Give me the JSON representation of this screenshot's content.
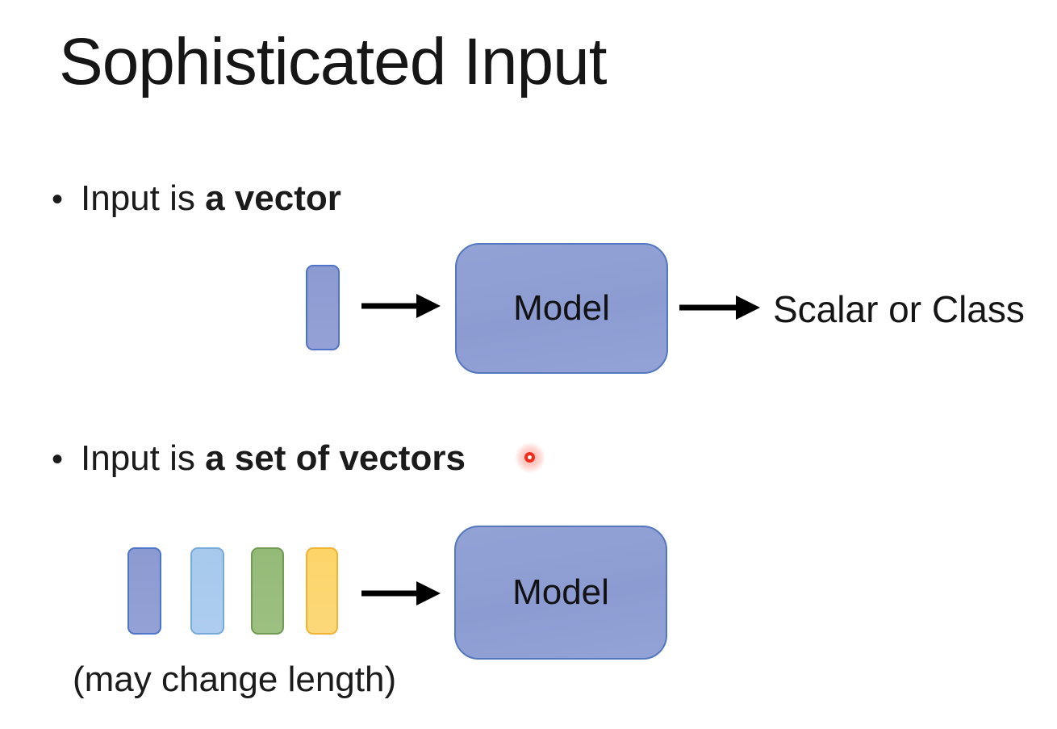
{
  "slide": {
    "title": "Sophisticated Input",
    "bullet_char": "•",
    "bullets": [
      {
        "prefix": "Input is ",
        "bold": "a vector"
      },
      {
        "prefix": "Input is ",
        "bold": "a set of vectors"
      }
    ],
    "diagram_vector": {
      "model_label": "Model",
      "output_label": "Scalar or Class"
    },
    "diagram_set": {
      "model_label": "Model",
      "caption": "(may change length)",
      "vector_color_names": [
        "blue",
        "light-blue",
        "green",
        "yellow"
      ]
    },
    "laser_pointer": {
      "present": "true"
    },
    "colors": {
      "vector_blue_fill": "#8c9ad2",
      "vector_blue_border": "#4d74c6",
      "vector_lightblue_fill": "#a6c9ec",
      "vector_lightblue_border": "#75aadc",
      "vector_green_fill": "#94ba78",
      "vector_green_border": "#6f9c52",
      "vector_yellow_fill": "#fcd468",
      "vector_yellow_border": "#f0b42f",
      "model_fill": "#8c9cd2",
      "model_border": "#5577be",
      "laser_red": "#f32b1c"
    }
  }
}
